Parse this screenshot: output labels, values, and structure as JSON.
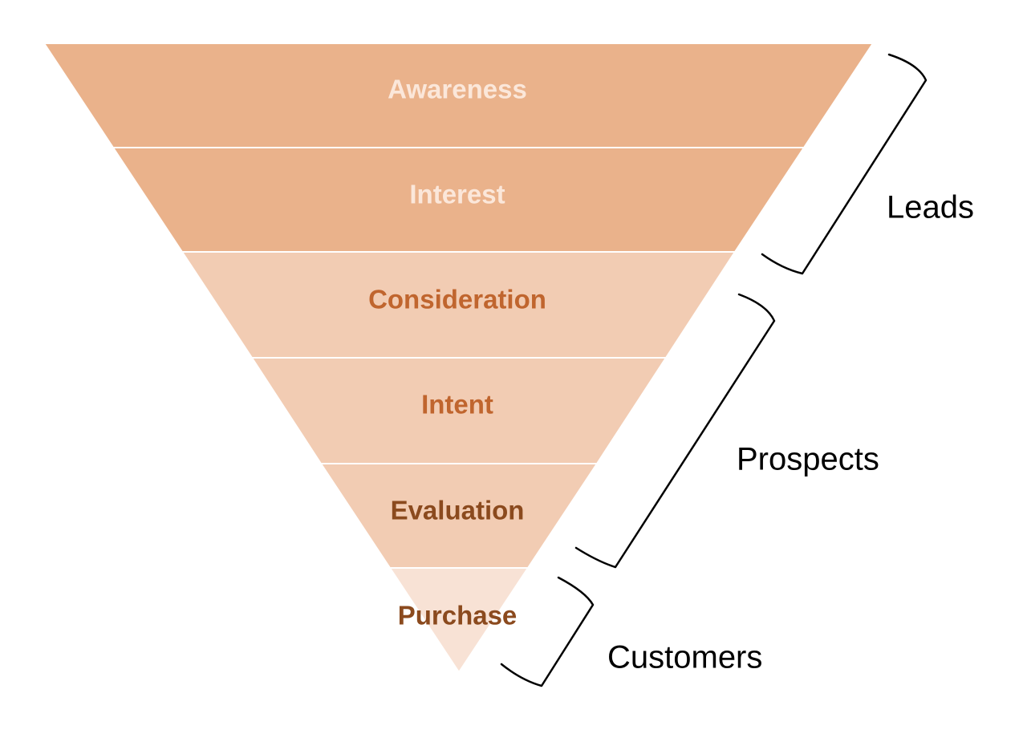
{
  "funnel": {
    "stages": [
      {
        "label": "Awareness",
        "fill": "#eab28b",
        "text_color": "#fbe7da"
      },
      {
        "label": "Interest",
        "fill": "#eab28b",
        "text_color": "#fbe7da"
      },
      {
        "label": "Consideration",
        "fill": "#f2ccb3",
        "text_color": "#c0652e"
      },
      {
        "label": "Intent",
        "fill": "#f2ccb3",
        "text_color": "#c0652e"
      },
      {
        "label": "Evaluation",
        "fill": "#f2ccb3",
        "text_color": "#8b4a1e"
      },
      {
        "label": "Purchase",
        "fill": "#f8e2d5",
        "text_color": "#8b4a1e"
      }
    ],
    "groups": [
      {
        "label": "Leads"
      },
      {
        "label": "Prospects"
      },
      {
        "label": "Customers"
      }
    ]
  }
}
